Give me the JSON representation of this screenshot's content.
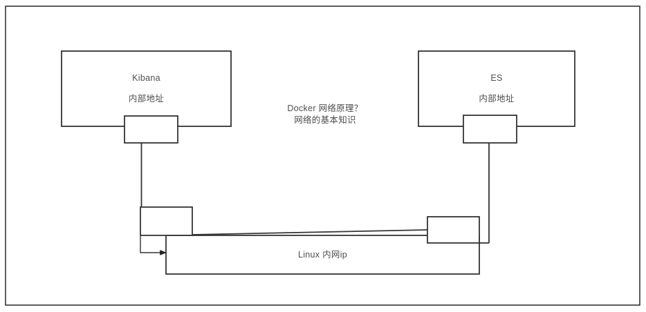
{
  "diagram": {
    "title_note": "Docker 网络原理？",
    "subtitle_note": "网络的基本知识",
    "stroke_color": "#333333",
    "text_color": "#4d4d4d",
    "background_color": "#ffffff",
    "nodes": [
      {
        "id": "kibana",
        "name": "Kibana",
        "label": "Kibana",
        "sublabel": "内部地址"
      },
      {
        "id": "es",
        "name": "ES",
        "label": "ES",
        "sublabel": "内部地址"
      },
      {
        "id": "host-network",
        "name": "Linux 内网ip",
        "label": "Linux 内网ip"
      }
    ],
    "ports": [
      {
        "id": "kibana-port",
        "label": ""
      },
      {
        "id": "es-port",
        "label": ""
      },
      {
        "id": "kibana-bridge-port",
        "label": ""
      },
      {
        "id": "es-bridge-port",
        "label": ""
      }
    ],
    "center_note_lines": [
      "Docker 网络原理？",
      "网络的基本知识"
    ]
  }
}
